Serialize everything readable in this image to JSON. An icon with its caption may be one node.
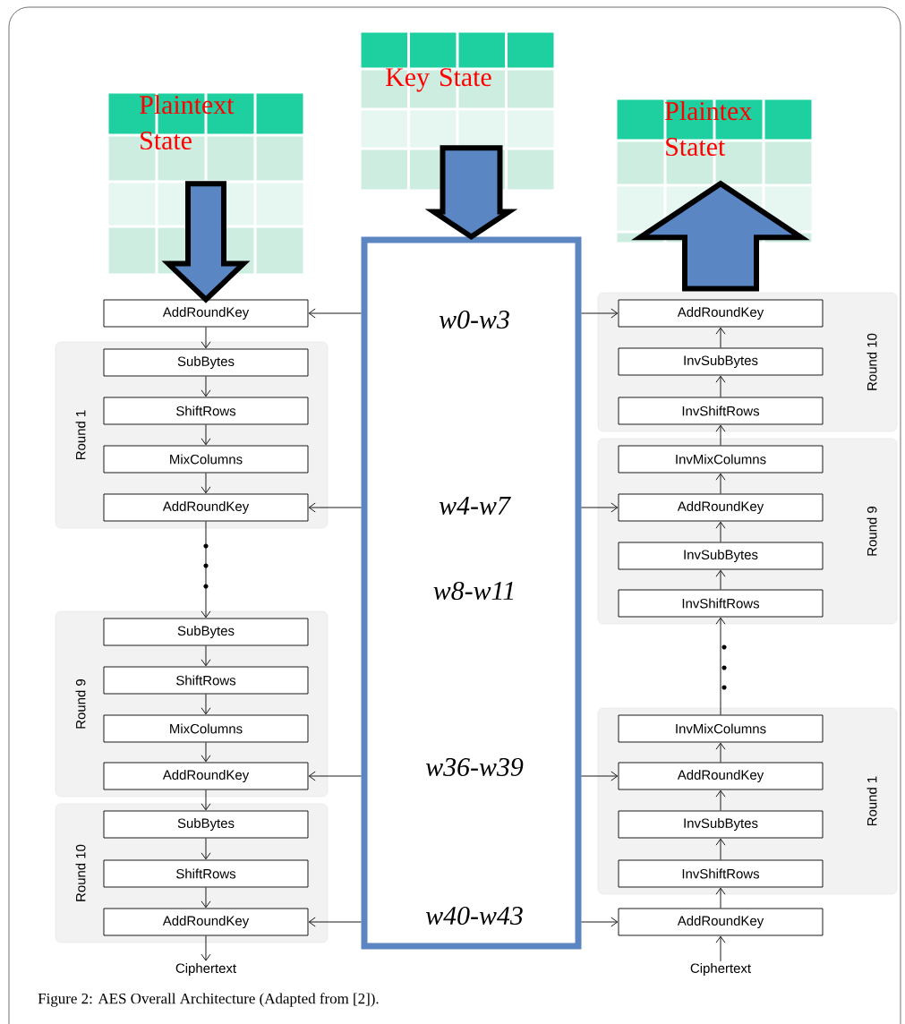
{
  "diagram": {
    "caption": "Figure 2: AES Overall Architecture (Adapted from [2]).",
    "nodes": [
      {
        "text": [
          "Plaintext State"
        ]
      },
      {
        "text": [
          "Key State"
        ]
      },
      {
        "text": [
          "Plaintex Statet"
        ]
      },
      {
        "text": [
          "w0-w3",
          "w4-w7",
          "w8-w11",
          "w36-w39",
          "w40-w43"
        ]
      },
      {
        "text": [
          "AddRoundKey"
        ]
      },
      {
        "text": [
          "Round 1"
        ]
      },
      {
        "text": [
          "SubBytes"
        ],
        "in": 5
      },
      {
        "text": [
          "ShiftRows"
        ],
        "in": 5
      },
      {
        "text": [
          "MixColumns"
        ],
        "in": 5
      },
      {
        "text": [
          "AddRoundKey"
        ],
        "in": 5
      },
      {
        "text": [
          "Round 9"
        ]
      },
      {
        "text": [
          "SubBytes"
        ],
        "in": 10
      },
      {
        "text": [
          "ShiftRows"
        ],
        "in": 10
      },
      {
        "text": [
          "MixColumns"
        ],
        "in": 10
      },
      {
        "text": [
          "AddRoundKey"
        ],
        "in": 10
      },
      {
        "text": [
          "Round 10"
        ]
      },
      {
        "text": [
          "SubBytes"
        ],
        "in": 15
      },
      {
        "text": [
          "ShiftRows"
        ],
        "in": 15
      },
      {
        "text": [
          "AddRoundKey"
        ],
        "in": 15
      },
      {
        "text": [
          "Ciphertext"
        ]
      },
      {
        "text": [
          "Round 10"
        ]
      },
      {
        "text": [
          "AddRoundKey"
        ],
        "in": 20
      },
      {
        "text": [
          "InvSubBytes"
        ],
        "in": 20
      },
      {
        "text": [
          "InvShiftRows"
        ],
        "in": 20
      },
      {
        "text": [
          "Round 9"
        ]
      },
      {
        "text": [
          "InvMixColumns"
        ],
        "in": 24
      },
      {
        "text": [
          "AddRoundKey"
        ],
        "in": 24
      },
      {
        "text": [
          "InvSubBytes"
        ],
        "in": 24
      },
      {
        "text": [
          "InvShiftRows"
        ],
        "in": 24
      },
      {
        "text": [
          "Round 1"
        ]
      },
      {
        "text": [
          "InvMixColumns"
        ],
        "in": 29
      },
      {
        "text": [
          "AddRoundKey"
        ],
        "in": 29
      },
      {
        "text": [
          "InvSubBytes"
        ],
        "in": 29
      },
      {
        "text": [
          "InvShiftRows"
        ],
        "in": 29
      },
      {
        "text": [
          "AddRoundKey"
        ]
      },
      {
        "text": [
          "Ciphertext"
        ]
      }
    ],
    "edges": [
      {
        "from": 0,
        "to": 4,
        "arrow": "to",
        "style": "thick",
        "color": "#5a87c4"
      },
      {
        "from": 1,
        "to": 3,
        "arrow": "to",
        "style": "thick",
        "color": "#5a87c4"
      },
      {
        "from": 21,
        "to": 2,
        "arrow": "to",
        "style": "thick",
        "color": "#5a87c4"
      },
      {
        "from": 4,
        "to": 6,
        "arrow": "to"
      },
      {
        "from": 6,
        "to": 7,
        "arrow": "to"
      },
      {
        "from": 7,
        "to": 8,
        "arrow": "to"
      },
      {
        "from": 8,
        "to": 9,
        "arrow": "to"
      },
      {
        "from": 9,
        "to": 11,
        "arrow": "to"
      },
      {
        "from": 11,
        "to": 12,
        "arrow": "to"
      },
      {
        "from": 12,
        "to": 13,
        "arrow": "to"
      },
      {
        "from": 13,
        "to": 14,
        "arrow": "to"
      },
      {
        "from": 14,
        "to": 16,
        "arrow": "to"
      },
      {
        "from": 16,
        "to": 17,
        "arrow": "to"
      },
      {
        "from": 17,
        "to": 18,
        "arrow": "to"
      },
      {
        "from": 18,
        "to": 19,
        "arrow": "to"
      },
      {
        "from": 3,
        "to": 4,
        "arrow": "to"
      },
      {
        "from": 3,
        "to": 9,
        "arrow": "to"
      },
      {
        "from": 3,
        "to": 14,
        "arrow": "to"
      },
      {
        "from": 3,
        "to": 18,
        "arrow": "to"
      },
      {
        "from": 3,
        "to": 21,
        "arrow": "to"
      },
      {
        "from": 3,
        "to": 26,
        "arrow": "to"
      },
      {
        "from": 3,
        "to": 31,
        "arrow": "to"
      },
      {
        "from": 3,
        "to": 34,
        "arrow": "to"
      },
      {
        "from": 35,
        "to": 34,
        "arrow": "to"
      },
      {
        "from": 34,
        "to": 33,
        "arrow": "to"
      },
      {
        "from": 33,
        "to": 32,
        "arrow": "to"
      },
      {
        "from": 32,
        "to": 31,
        "arrow": "to"
      },
      {
        "from": 31,
        "to": 30,
        "arrow": "to"
      },
      {
        "from": 30,
        "to": 28,
        "arrow": "to"
      },
      {
        "from": 28,
        "to": 27,
        "arrow": "to"
      },
      {
        "from": 27,
        "to": 26,
        "arrow": "to"
      },
      {
        "from": 26,
        "to": 25,
        "arrow": "to"
      },
      {
        "from": 25,
        "to": 23,
        "arrow": "to"
      },
      {
        "from": 23,
        "to": 22,
        "arrow": "to"
      },
      {
        "from": 22,
        "to": 21,
        "arrow": "to"
      }
    ]
  }
}
